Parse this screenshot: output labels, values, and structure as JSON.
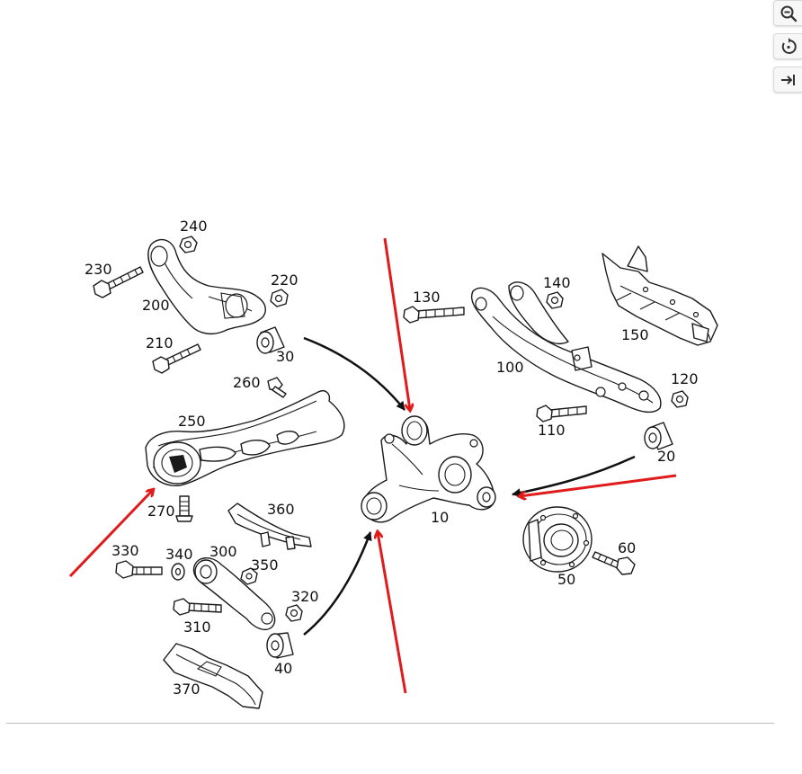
{
  "colors": {
    "red_arrow": "#e01b1b",
    "black_arrow": "#111111",
    "line": "#1a1a1a"
  },
  "toolbar": {
    "buttons": [
      {
        "icon": "zoom-out-icon"
      },
      {
        "icon": "rotate-icon"
      },
      {
        "icon": "collapse-panel-icon"
      }
    ]
  },
  "labels": {
    "p10": "10",
    "p20": "20",
    "p30": "30",
    "p40": "40",
    "p50": "50",
    "p60": "60",
    "p100": "100",
    "p110": "110",
    "p120": "120",
    "p130": "130",
    "p140": "140",
    "p150": "150",
    "p200": "200",
    "p210": "210",
    "p220": "220",
    "p230": "230",
    "p240": "240",
    "p250": "250",
    "p260": "260",
    "p270": "270",
    "p300": "300",
    "p310": "310",
    "p320": "320",
    "p330": "330",
    "p340": "340",
    "p350": "350",
    "p360": "360",
    "p370": "370"
  }
}
